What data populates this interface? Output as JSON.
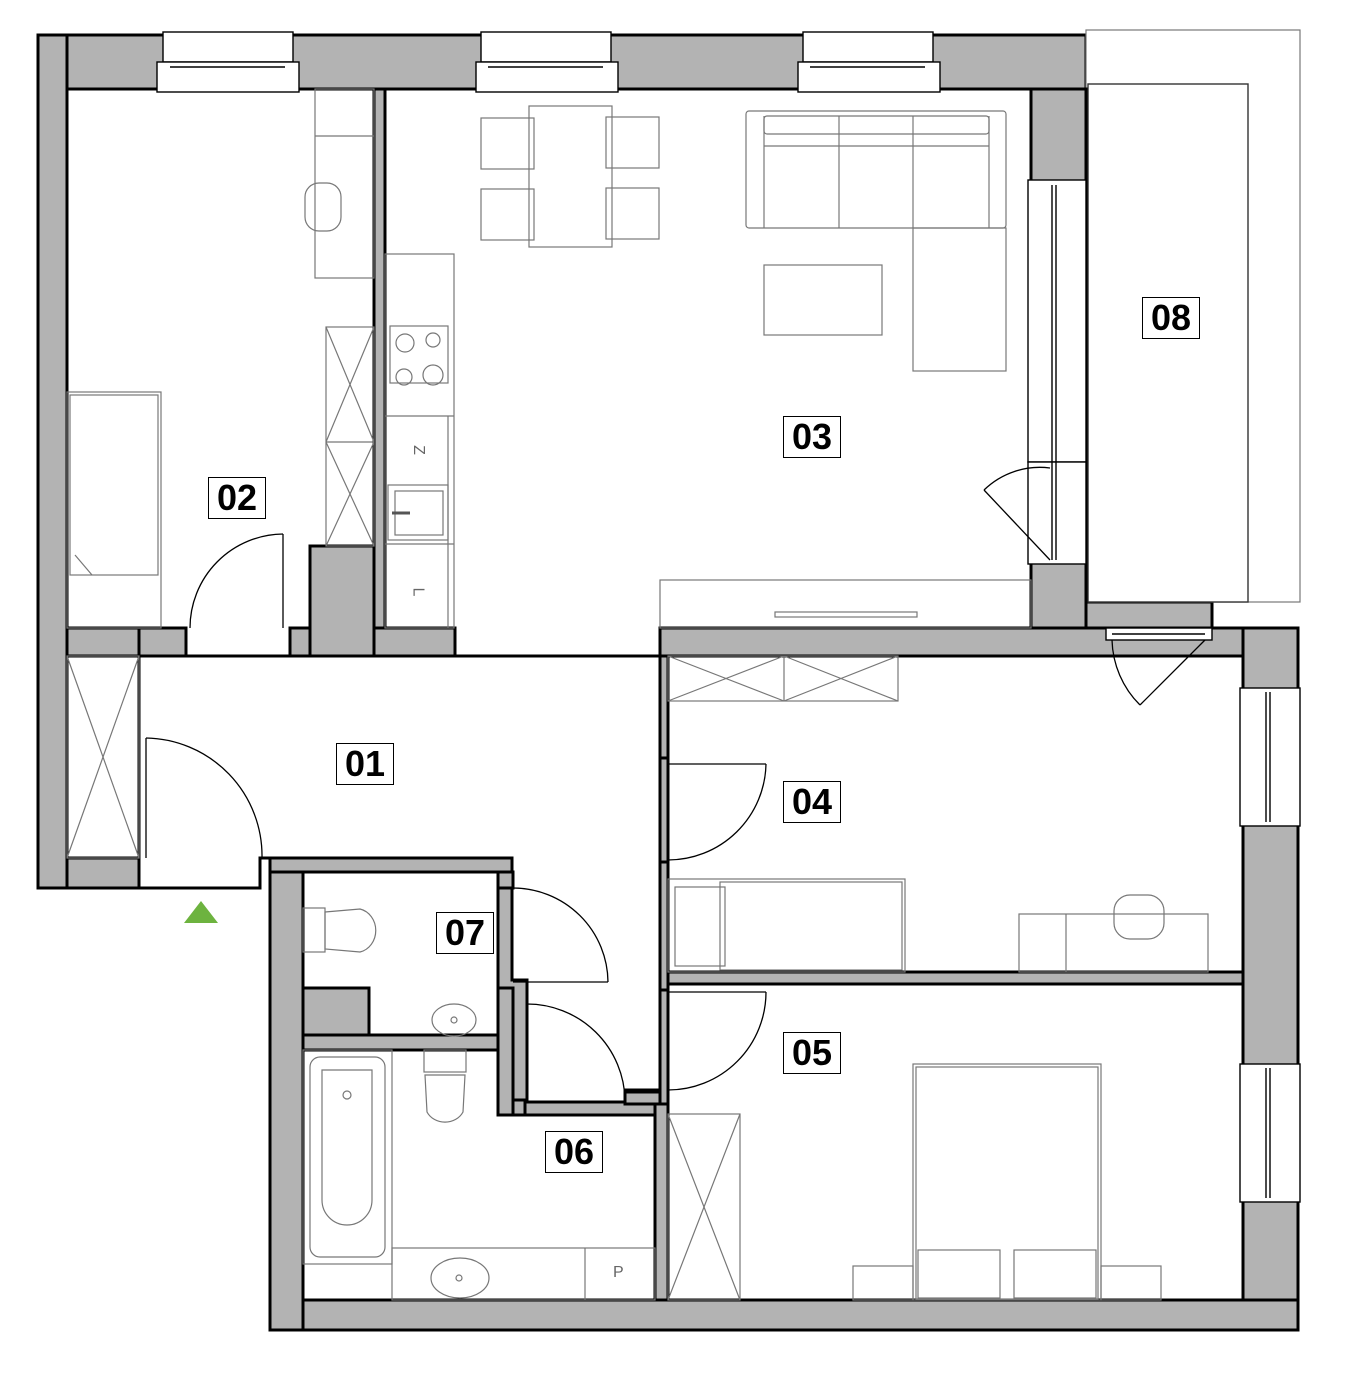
{
  "plan": {
    "title": "Apartment floor plan",
    "colors": {
      "wall_fill": "#b3b3b3",
      "line": "#000000",
      "furniture_line": "#777777",
      "entrance_marker": "#6db33f"
    },
    "rooms": [
      {
        "id": "01",
        "label": "01",
        "name": "hall"
      },
      {
        "id": "02",
        "label": "02",
        "name": "bedroom-small"
      },
      {
        "id": "03",
        "label": "03",
        "name": "living-room-kitchen"
      },
      {
        "id": "04",
        "label": "04",
        "name": "bedroom"
      },
      {
        "id": "05",
        "label": "05",
        "name": "master-bedroom"
      },
      {
        "id": "06",
        "label": "06",
        "name": "bathroom"
      },
      {
        "id": "07",
        "label": "07",
        "name": "wc"
      },
      {
        "id": "08",
        "label": "08",
        "name": "balcony"
      }
    ],
    "fixture_letters": {
      "kitchen_fridge": "Z",
      "kitchen_dishwasher": "L",
      "bathroom_washer": "P"
    },
    "entrance_marker": "entrance-arrow"
  }
}
